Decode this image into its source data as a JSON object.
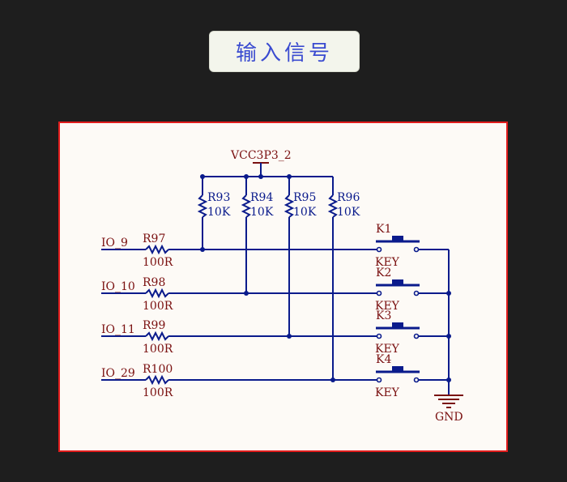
{
  "title": "输入信号",
  "schematic": {
    "power_net": "VCC3P3_2",
    "ground_net": "GND",
    "pullups": [
      {
        "ref": "R93",
        "value": "10K"
      },
      {
        "ref": "R94",
        "value": "10K"
      },
      {
        "ref": "R95",
        "value": "10K"
      },
      {
        "ref": "R96",
        "value": "10K"
      }
    ],
    "rows": [
      {
        "net": "IO_9",
        "res_ref": "R97",
        "res_value": "100R",
        "key_ref": "K1",
        "key_value": "KEY"
      },
      {
        "net": "IO_10",
        "res_ref": "R98",
        "res_value": "100R",
        "key_ref": "K2",
        "key_value": "KEY"
      },
      {
        "net": "IO_11",
        "res_ref": "R99",
        "res_value": "100R",
        "key_ref": "K3",
        "key_value": "KEY"
      },
      {
        "net": "IO_29",
        "res_ref": "R100",
        "res_value": "100R",
        "key_ref": "K4",
        "key_value": "KEY"
      }
    ],
    "colors": {
      "wire": "#0a1b8c",
      "net_label": "#7a1010",
      "border": "#e11c1c",
      "background": "#fdfaf6"
    }
  }
}
